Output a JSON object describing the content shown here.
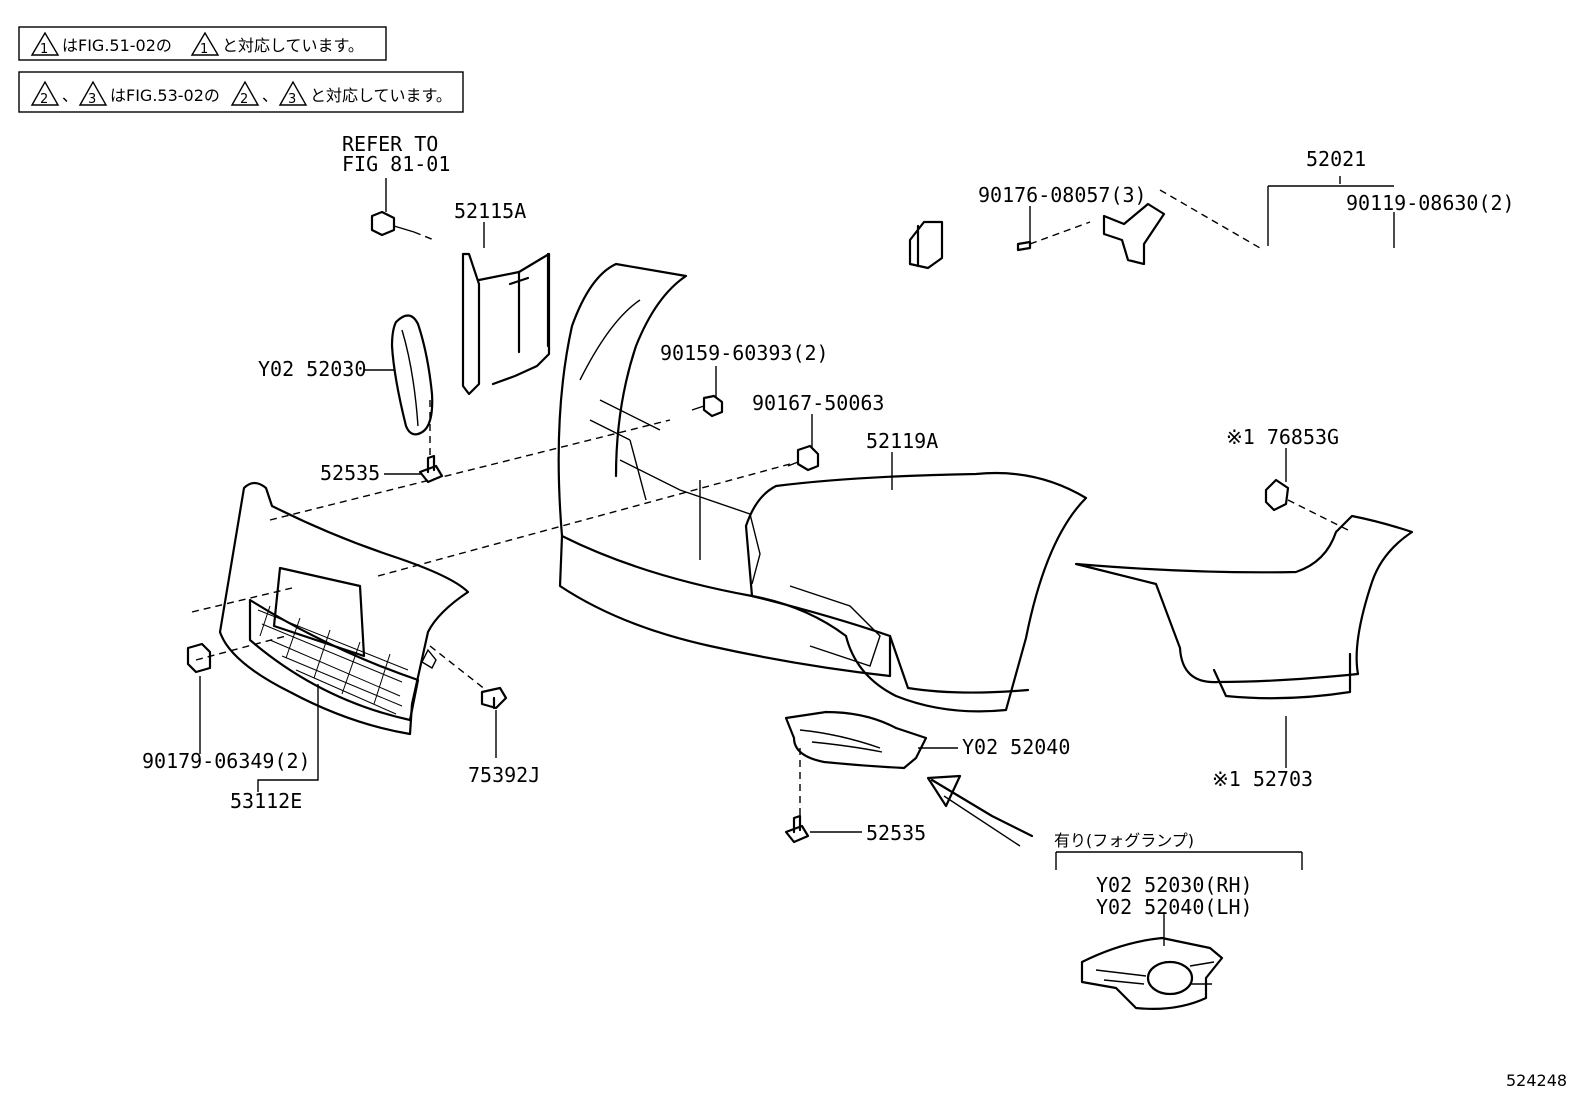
{
  "notes": [
    {
      "badges_before": [
        "1"
      ],
      "text_a": "はFIG.51-02の",
      "badges_mid": [
        "1"
      ],
      "text_b": "と対応しています。"
    },
    {
      "badges_before": [
        "2",
        "3"
      ],
      "text_a": "はFIG.53-02の",
      "badges_mid": [
        "2",
        "3"
      ],
      "text_b": "と対応しています。",
      "separator": "、"
    }
  ],
  "labels": {
    "refer_line1": "REFER TO",
    "refer_line2": "FIG 81-01",
    "p52115A": "52115A",
    "p52021": "52021",
    "p90176": "90176-08057(3)",
    "p90119": "90119-08630(2)",
    "pY0252030": "Y02 52030",
    "p90159": "90159-60393(2)",
    "p90167": "90167-50063",
    "p52119A": "52119A",
    "p76853G": "※1 76853G",
    "p52535a": "52535",
    "p52535b": "52535",
    "p90179": "90179-06349(2)",
    "p53112E": "53112E",
    "p75392J": "75392J",
    "pY0252040": "Y02 52040",
    "p52703": "※1 52703",
    "fog_title": "有り(フォグランプ)",
    "fog_rh": "Y02 52030(RH)",
    "fog_lh": "Y02 52040(LH)",
    "figure_no": "524248"
  }
}
